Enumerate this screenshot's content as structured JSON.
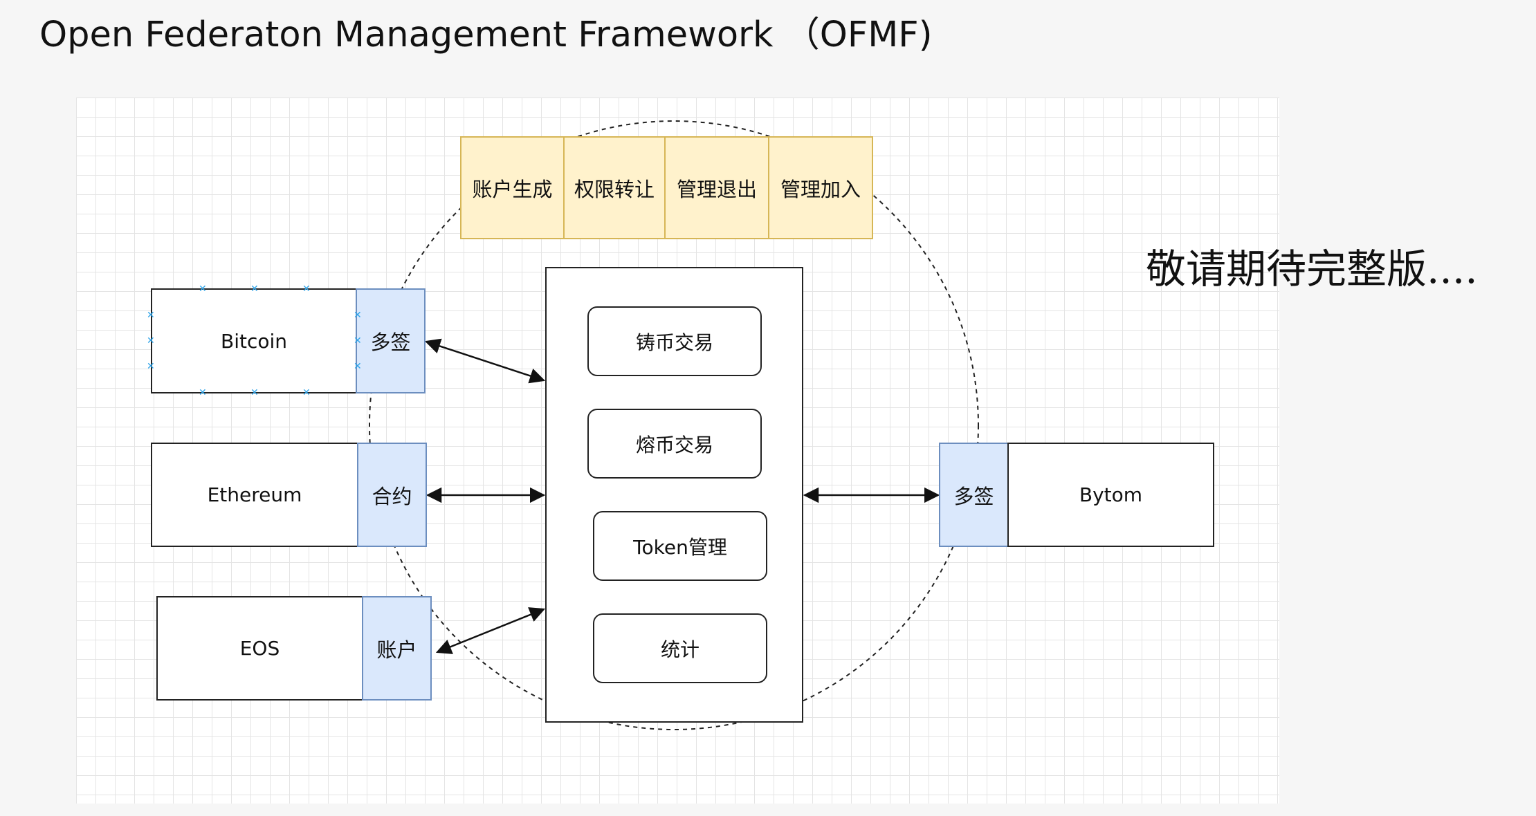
{
  "title": "Open Federaton Management Framework （OFMF)",
  "management_functions": [
    "账户生成",
    "权限转让",
    "管理退出",
    "管理加入"
  ],
  "core_functions": [
    "铸币交易",
    "熔币交易",
    "Token管理",
    "统计"
  ],
  "chains": [
    {
      "name": "Bitcoin",
      "adapter": "多签"
    },
    {
      "name": "Ethereum",
      "adapter": "合约"
    },
    {
      "name": "EOS",
      "adapter": "账户"
    }
  ],
  "right_chain": {
    "name": "Bytom",
    "adapter": "多签"
  },
  "coming_soon": "敬请期待完整版....",
  "colors": {
    "adapter_fill": "#dae8fc",
    "adapter_border": "#6c8ebf",
    "mgmt_fill": "#fff2cc",
    "mgmt_border": "#d6b656",
    "selection_handle": "#2ea3e8"
  }
}
